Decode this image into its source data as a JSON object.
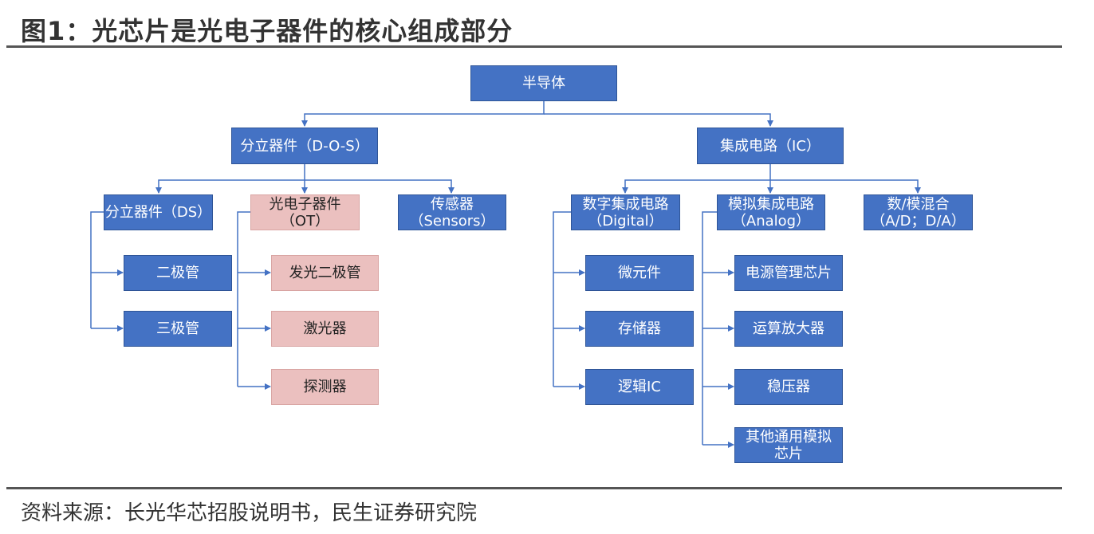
{
  "title": "图1：光芯片是光电子器件的核心组成部分",
  "source": "资料来源：长光华芯招股说明书，民生证券研究院",
  "colors": {
    "node_blue": "#4472C4",
    "node_pink": "#EBC0BF",
    "connector": "#4472C4"
  },
  "nodes": {
    "root": "半导体",
    "dos": "分立器件（D-O-S）",
    "ic": "集成电路（IC）",
    "ds": "分立器件（DS）",
    "ot": "光电子器件\n（OT）",
    "sensors": "传感器\n（Sensors）",
    "digital": "数字集成电路\n（Digital）",
    "analog": "模拟集成电路\n（Analog）",
    "mixed": "数/模混合\n（A/D；D/A）",
    "diode2": "二极管",
    "triode3": "三极管",
    "led": "发光二极管",
    "laser": "激光器",
    "detector": "探测器",
    "micro": "微元件",
    "memory": "存储器",
    "logic": "逻辑IC",
    "power": "电源管理芯片",
    "opamp": "运算放大器",
    "regulator": "稳压器",
    "other_analog": "其他通用模拟\n芯片"
  }
}
